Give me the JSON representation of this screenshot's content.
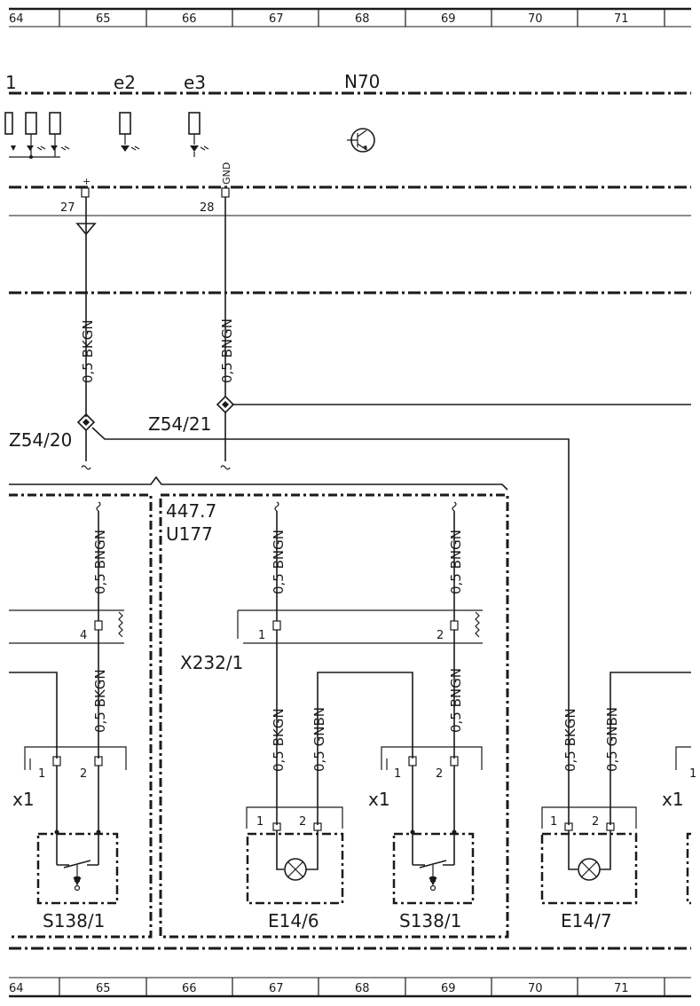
{
  "ruler": {
    "top": [
      "64",
      "65",
      "66",
      "67",
      "68",
      "69",
      "70",
      "71"
    ],
    "bottom": [
      "64",
      "65",
      "66",
      "67",
      "68",
      "69",
      "70",
      "71"
    ]
  },
  "components": {
    "e1_partial": "1",
    "e2": "e2",
    "e3": "e3",
    "n70": "N70",
    "z54_20": "Z54/20",
    "z54_21": "Z54/21",
    "u177_line1": "447.7",
    "u177_line2": "U177",
    "x232": "X232/1",
    "x1_a": "x1",
    "x1_b": "x1",
    "x1_c": "x1",
    "s138_a": "S138/1",
    "e14_6": "E14/6",
    "s138_b": "S138/1",
    "e14_7": "E14/7"
  },
  "pins": {
    "p27": "27",
    "p28": "28",
    "plus": "+",
    "gnd": "GND",
    "conn4": "4",
    "x232_1": "1",
    "x232_2": "2",
    "s1_1": "1",
    "s1_2": "2",
    "e146_1": "1",
    "e146_2": "2",
    "s2_1": "1",
    "s2_2": "2",
    "e147_1": "1",
    "e147_2": "2",
    "right_1": "1"
  },
  "wires": {
    "w1": "0,5 BKGN",
    "w2": "0,5 BNGN",
    "w3": "0,5 BNGN",
    "w4": "0,5 BKGN",
    "w5": "0,5 BNGN",
    "w6": "0,5 BNGN",
    "w7": "0,5 BKGN",
    "w8": "0,5 GNBN",
    "w9": "0,5 BNGN",
    "w10": "0,5 BKGN",
    "w11": "0,5 GNBN"
  }
}
